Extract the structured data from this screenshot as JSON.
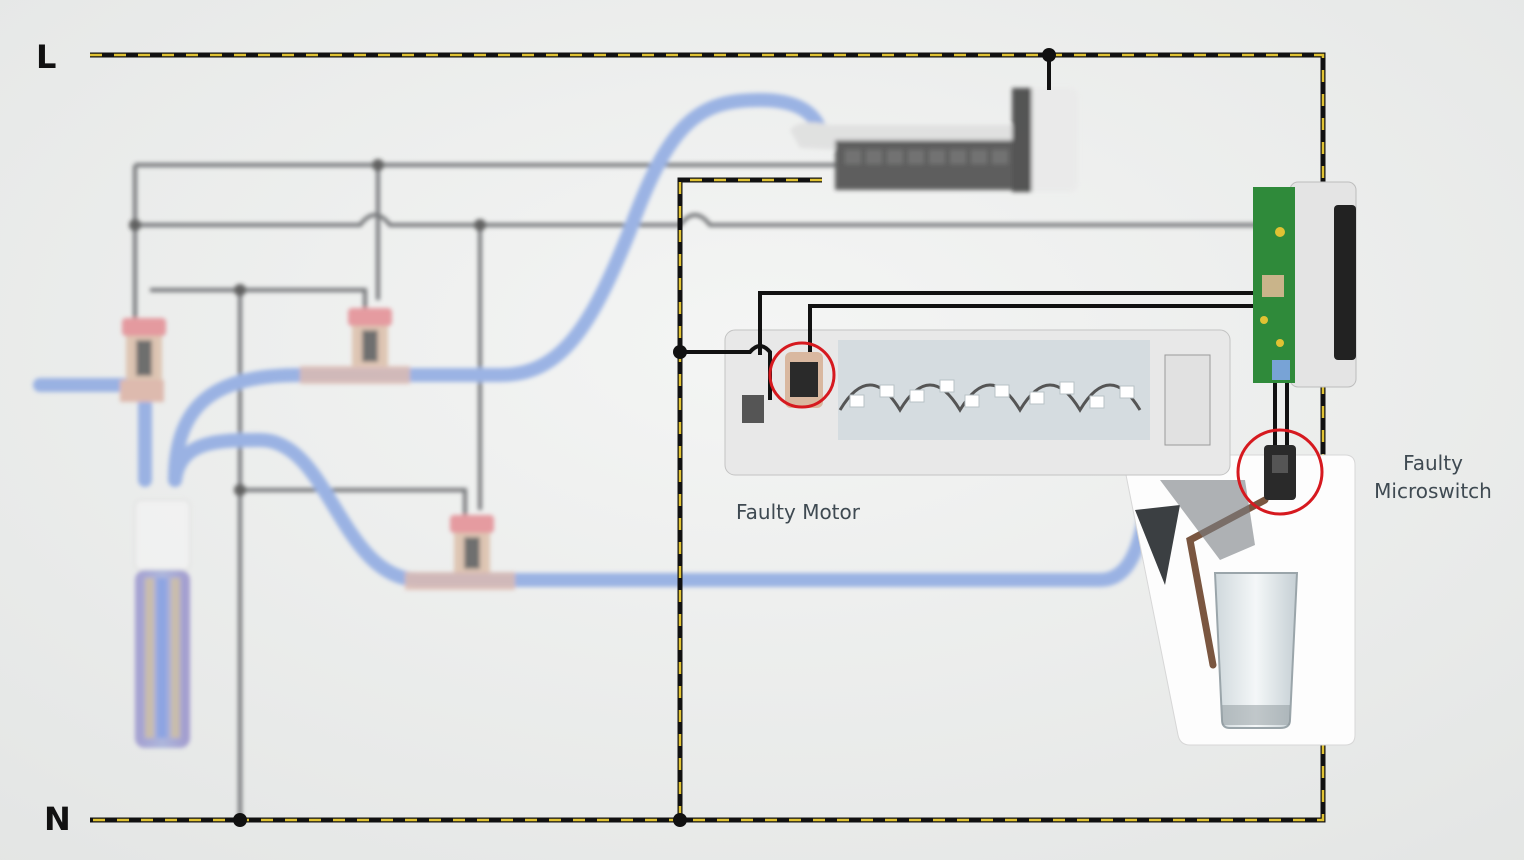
{
  "rails": {
    "live": "L",
    "neutral": "N"
  },
  "callouts": {
    "motor_label": "Faulty Motor",
    "switch_label_line1": "Faulty",
    "switch_label_line2": "Microswitch"
  },
  "colors": {
    "wire": "#111111",
    "live_dash": "#e0c233",
    "water_pipe": "#7f9fe0",
    "fault_circle": "#d6191f",
    "pcb": "#2f8a3a",
    "valve": "#e27f86",
    "background": "#eceeed"
  }
}
